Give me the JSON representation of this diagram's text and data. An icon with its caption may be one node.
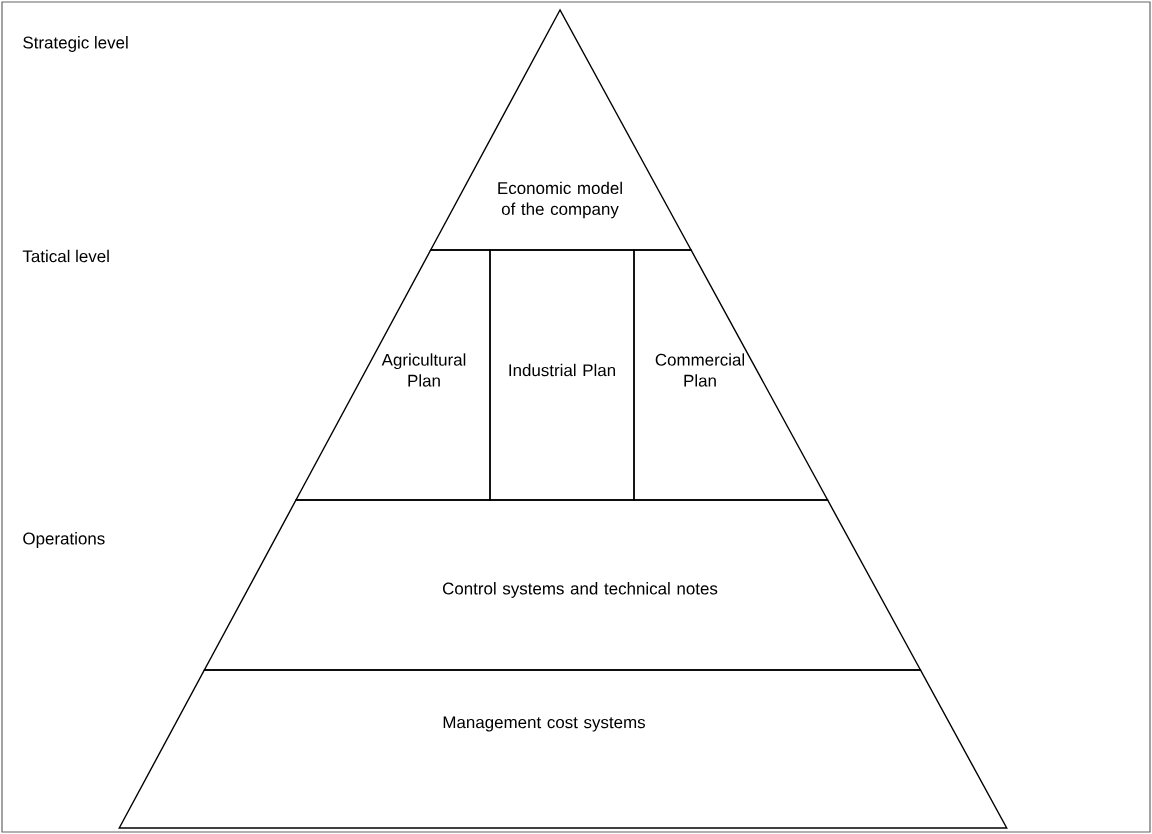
{
  "diagram": {
    "nodes": [
      {
        "text": [
          "Economic model of the company"
        ]
      },
      {
        "text": [
          "Agricultural Plan"
        ]
      },
      {
        "text": [
          "Industrial Plan"
        ]
      },
      {
        "text": [
          "Commercial Plan"
        ]
      },
      {
        "text": [
          "Control systems and technical notes"
        ]
      },
      {
        "text": [
          "Management cost systems"
        ]
      }
    ],
    "labels": [
      "Strategic level",
      "Tatical level",
      "Operations"
    ]
  }
}
